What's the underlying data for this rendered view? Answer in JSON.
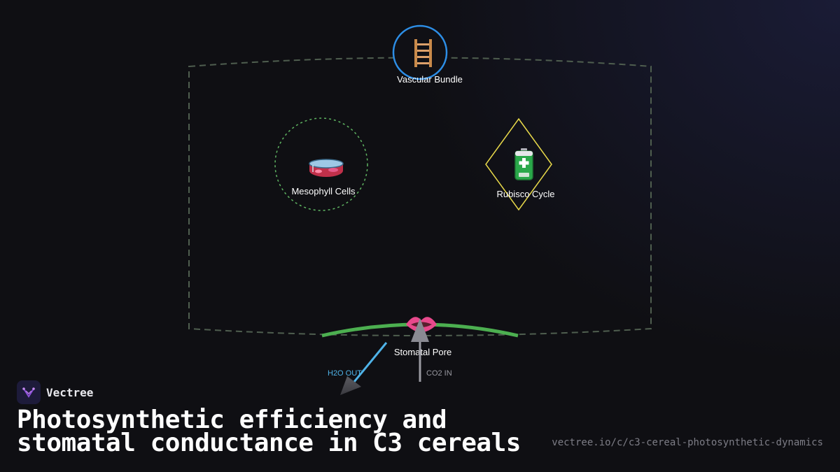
{
  "diagram": {
    "nodes": {
      "vascular_bundle": {
        "label": "Vascular Bundle",
        "icon": "ladder-icon",
        "color": "#2d8ee6"
      },
      "mesophyll_cells": {
        "label": "Mesophyll Cells",
        "icon": "petri-dish-icon",
        "color": "#5fb562"
      },
      "rubisco_cycle": {
        "label": "Rubisco Cycle",
        "icon": "battery-icon",
        "color": "#e8d94a"
      },
      "stomatal_pore": {
        "label": "Stomatal Pore",
        "icon": "lips-icon",
        "color": "#4caf50"
      }
    },
    "flows": {
      "h2o_out": {
        "label": "H2O OUT",
        "color": "#4fb3e8"
      },
      "co2_in": {
        "label": "CO2 IN",
        "color": "#9a9aa2"
      }
    },
    "leaf_outline_color": "#4f5e4f"
  },
  "brand": {
    "name": "Vectree",
    "logo_icon": "vectree-logo-icon"
  },
  "title": "Photosynthetic efficiency and stomatal conductance in C3 cereals",
  "url": "vectree.io/c/c3-cereal-photosynthetic-dynamics"
}
